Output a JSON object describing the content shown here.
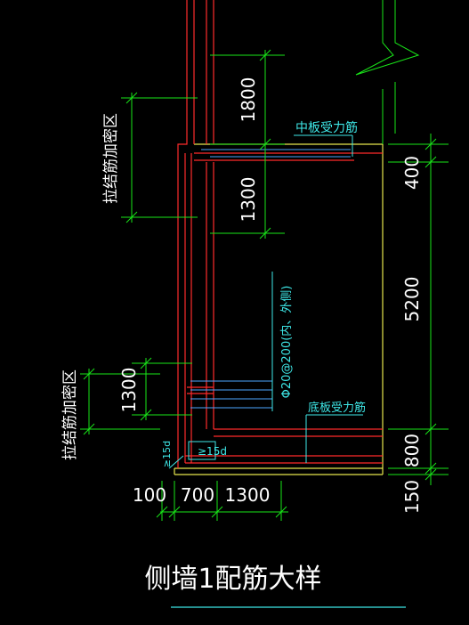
{
  "drawing": {
    "title": "侧墙1配筋大样",
    "labels": {
      "middle_slab_rebar": "中板受力筋",
      "bottom_slab_rebar": "底板受力筋",
      "wall_rebar_spec": "Φ20@200(内、外侧)",
      "tie_zone_upper": "拉结筋加密区",
      "tie_zone_lower": "拉结筋加密区",
      "anchorage_outer": "≥15d",
      "anchorage_inner": "≥15d"
    },
    "dimensions": {
      "upper_1800": "1800",
      "upper_1300": "1300",
      "lower_1300": "1300",
      "right_400": "400",
      "right_5200": "5200",
      "right_800": "800",
      "right_150": "150",
      "bottom_100": "100",
      "bottom_700": "700",
      "bottom_1300": "1300"
    },
    "colors": {
      "background": "#000000",
      "dimension_green": "#19e619",
      "text_white": "#ffffff",
      "label_cyan": "#3ee7e7",
      "rebar_red": "#ff2b2b",
      "concrete_yellow": "#e6e64d",
      "rebar_blue": "#4da6ff"
    }
  }
}
